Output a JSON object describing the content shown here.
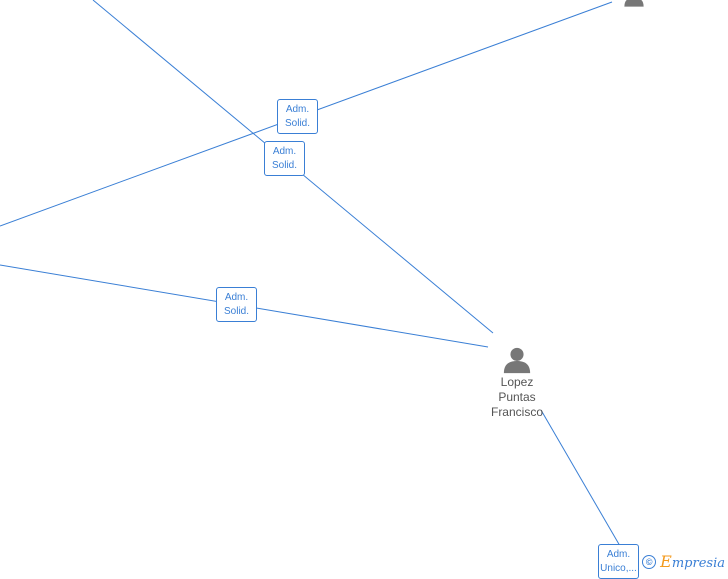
{
  "colors": {
    "edge": "#3a7fd5",
    "person": "#777777",
    "brand_accent": "#f39a1d"
  },
  "people": [
    {
      "id": "lopez",
      "name_lines": [
        "Lopez",
        "Puntas",
        "Francisco"
      ]
    }
  ],
  "labels": [
    {
      "line1": "Adm.",
      "line2": "Solid."
    },
    {
      "line1": "Adm.",
      "line2": "Solid."
    },
    {
      "line1": "Adm.",
      "line2": "Solid."
    },
    {
      "line1": "Adm.",
      "line2": "Unico,..."
    }
  ],
  "watermark": {
    "symbol": "©",
    "brand_first": "E",
    "brand_rest": "mpresia"
  }
}
